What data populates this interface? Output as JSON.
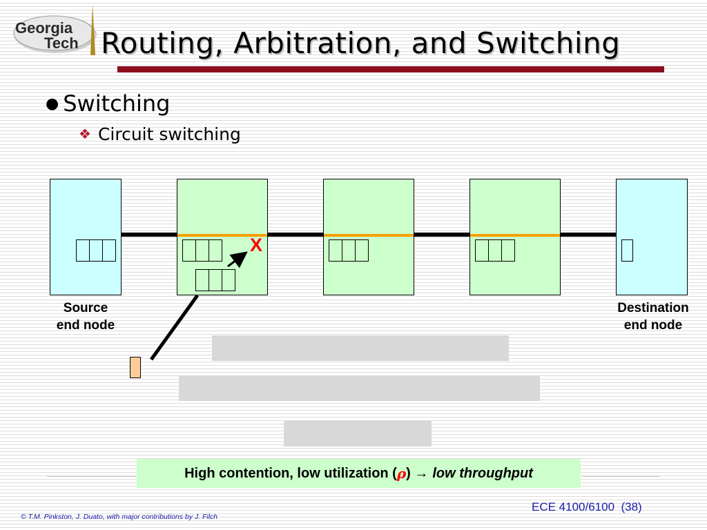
{
  "header": {
    "logo_line1": "Georgia",
    "logo_line2": "Tech",
    "title": "Routing, Arbitration, and Switching"
  },
  "bullets": {
    "level1": "Switching",
    "level2": "Circuit switching"
  },
  "diagram": {
    "source_label_line1": "Source",
    "source_label_line2": "end node",
    "dest_label_line1": "Destination",
    "dest_label_line2": "end node",
    "blocked_mark": "X"
  },
  "note": {
    "prefix": "High contention, low utilization (",
    "rho": "ρ",
    "suffix": ") ",
    "arrow": "→",
    "emphasis": "low throughput"
  },
  "footer": {
    "course": "ECE 4100/6100  (38)",
    "copyright": "© T.M. Pinkston, J. Duato, with major contributions by J. Filch"
  },
  "colors": {
    "title_bar": "#8b0f1e",
    "end_node_fill": "#ccffff",
    "switch_fill": "#ccffcc",
    "circuit_link": "#f5a000",
    "note_fill": "#ccffcc",
    "footer_text": "#1a1aa6"
  }
}
